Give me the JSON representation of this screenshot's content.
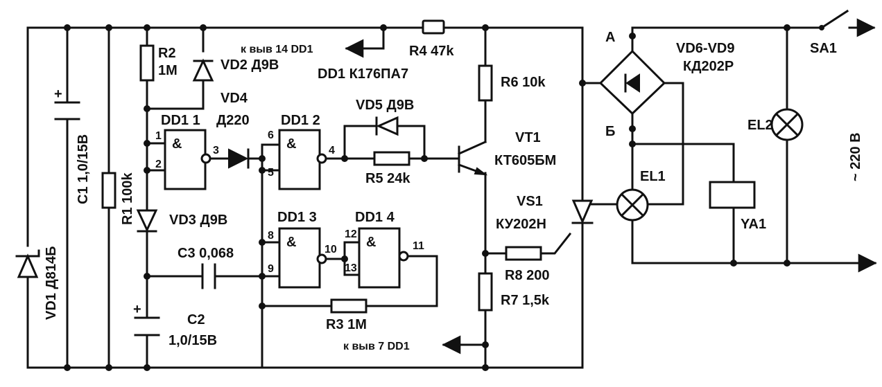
{
  "labels": {
    "r2": "R2",
    "r2_val": "1M",
    "vd2": "VD2 Д9В",
    "vd4": "VD4",
    "vd4_type": "Д220",
    "dd1_1": "DD1 1",
    "dd1_2": "DD1 2",
    "dd1_3": "DD1 3",
    "dd1_4": "DD1 4",
    "dd1_type": "DD1 К176ПА7",
    "to_pin14": "к выв  14 DD1",
    "to_pin7": "к выв  7 DD1",
    "r4": "R4 47k",
    "r6": "R6 10k",
    "vd5": "VD5 Д9В",
    "r5": "R5 24k",
    "vt1": "VT1",
    "vt1_type": "КТ605БМ",
    "vs1": "VS1",
    "vs1_type": "КУ202Н",
    "r8": "R8 200",
    "r7": "R7 1,5k",
    "r3": "R3 1M",
    "c3": "С3 0,068",
    "c2": "С2",
    "c2_val": "1,0/15В",
    "vd3": "VD3 Д9В",
    "r1": "R1 100k",
    "c1": "С1 1,0/15В",
    "vd1": "VD1 Д814Б",
    "bridge": "VD6-VD9",
    "bridge_type": "КД202Р",
    "node_a": "А",
    "node_b": "Б",
    "sa1": "SA1",
    "el1": "EL1",
    "el2": "EL2",
    "ya1": "YA1",
    "mains": "~ 220 В",
    "amp": "&",
    "plus": "+",
    "pins": {
      "p1": "1",
      "p2": "2",
      "p3": "3",
      "p4": "4",
      "p5": "5",
      "p6": "6",
      "p8": "8",
      "p9": "9",
      "p10": "10",
      "p11": "11",
      "p12": "12",
      "p13": "13"
    }
  }
}
